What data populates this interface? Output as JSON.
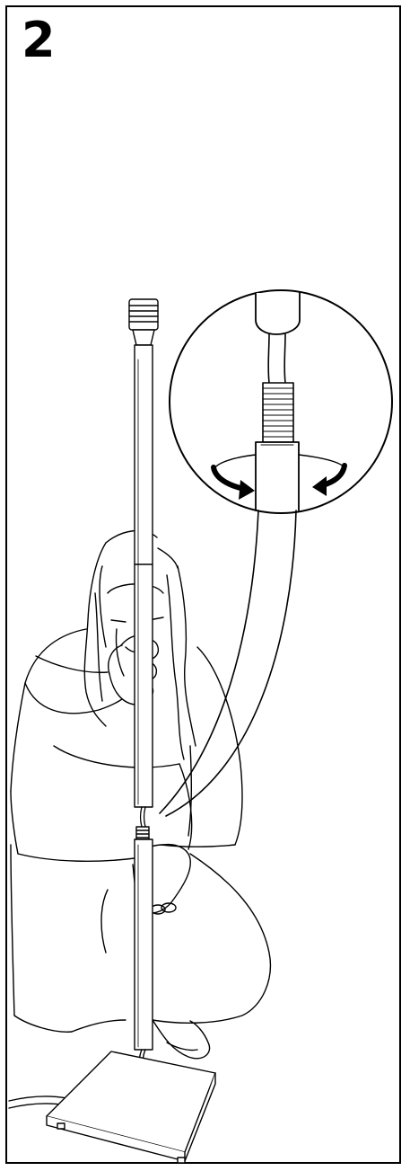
{
  "step": {
    "number": "2"
  },
  "colors": {
    "line": "#000000",
    "background": "#ffffff",
    "pole_fill": "#ffffff"
  },
  "icons": {
    "detail": "magnifier-circle-detail",
    "rotate_left": "curved-arrow-right",
    "rotate_right": "curved-arrow-left"
  }
}
